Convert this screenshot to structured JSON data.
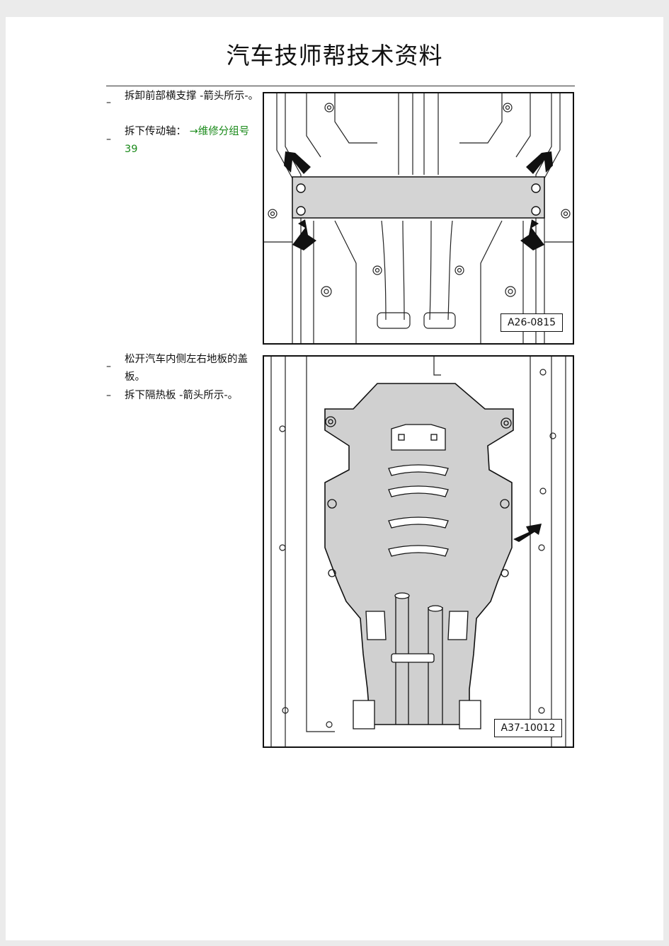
{
  "header": {
    "title": "汽车技师帮技术资料"
  },
  "steps": [
    {
      "bullet": "–",
      "text": "拆卸前部横支撑 -箭头所示-。"
    },
    {
      "bullet": "–",
      "text": "拆下传动轴：",
      "link": "→维修分组号 39"
    },
    {
      "bullet": "–",
      "text": "松开汽车内侧左右地板的盖板。"
    },
    {
      "bullet": "–",
      "text": "拆下隔热板 -箭头所示-。"
    }
  ],
  "figures": [
    {
      "label": "A26-0815",
      "icon": "front-crossmember-diagram"
    },
    {
      "label": "A37-10012",
      "icon": "heat-shield-diagram"
    }
  ]
}
